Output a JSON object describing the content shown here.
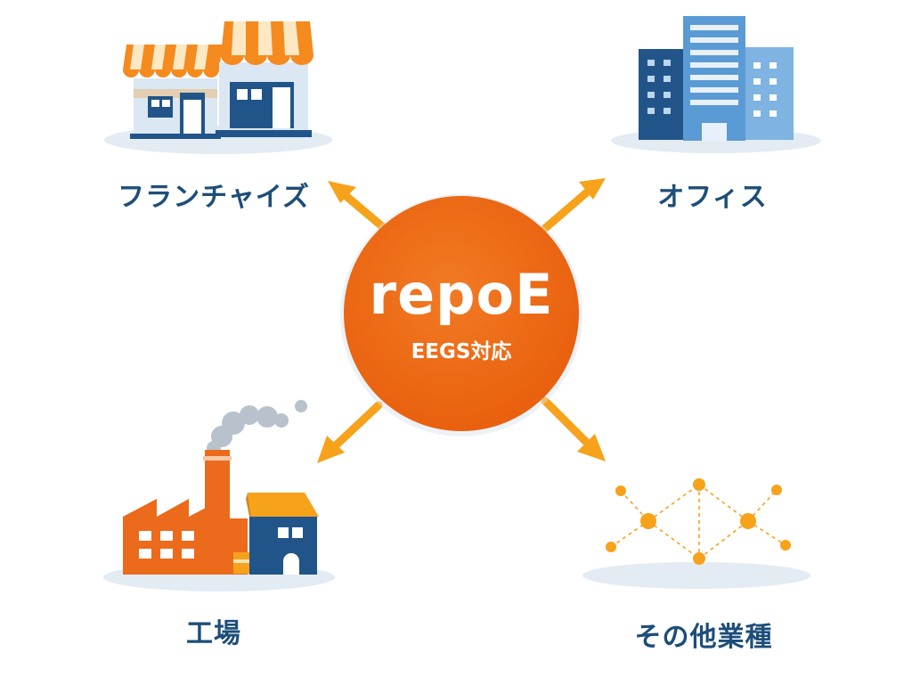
{
  "hub": {
    "title": "repoE",
    "subtitle": "EEGS対応"
  },
  "nodes": {
    "franchise": {
      "label": "フランチャイズ",
      "icon": "storefront-icon"
    },
    "office": {
      "label": "オフィス",
      "icon": "office-building-icon"
    },
    "factory": {
      "label": "工場",
      "icon": "factory-icon"
    },
    "other": {
      "label": "その他業種",
      "icon": "network-nodes-icon"
    }
  },
  "colors": {
    "hub": "#ee6411",
    "arrow": "#f7a21b",
    "label": "#1d4e79",
    "navy": "#21558a",
    "light_blue": "#7fb3e1",
    "ground": "#e3ebf3"
  }
}
